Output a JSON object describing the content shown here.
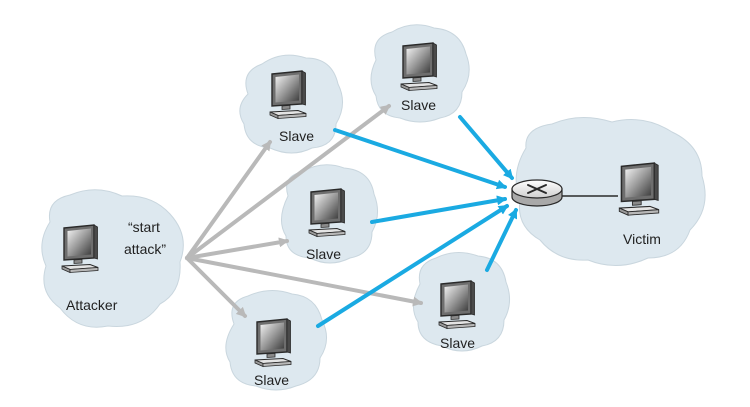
{
  "colors": {
    "cloud_fill": "#dde8ef",
    "cloud_stroke": "#c9d6de",
    "command_arrow": "#b9b9b9",
    "attack_arrow": "#1aaae2",
    "router_body": "#e3e3e3"
  },
  "attacker": {
    "label": "Attacker",
    "command_line1": "“start",
    "command_line2": "attack”",
    "icon": "computer-icon"
  },
  "slaves": [
    {
      "label": "Slave",
      "icon": "computer-icon"
    },
    {
      "label": "Slave",
      "icon": "computer-icon"
    },
    {
      "label": "Slave",
      "icon": "computer-icon"
    },
    {
      "label": "Slave",
      "icon": "computer-icon"
    },
    {
      "label": "Slave",
      "icon": "computer-icon"
    }
  ],
  "victim": {
    "label": "Victim",
    "icon": "computer-icon",
    "router_icon": "router-icon"
  }
}
